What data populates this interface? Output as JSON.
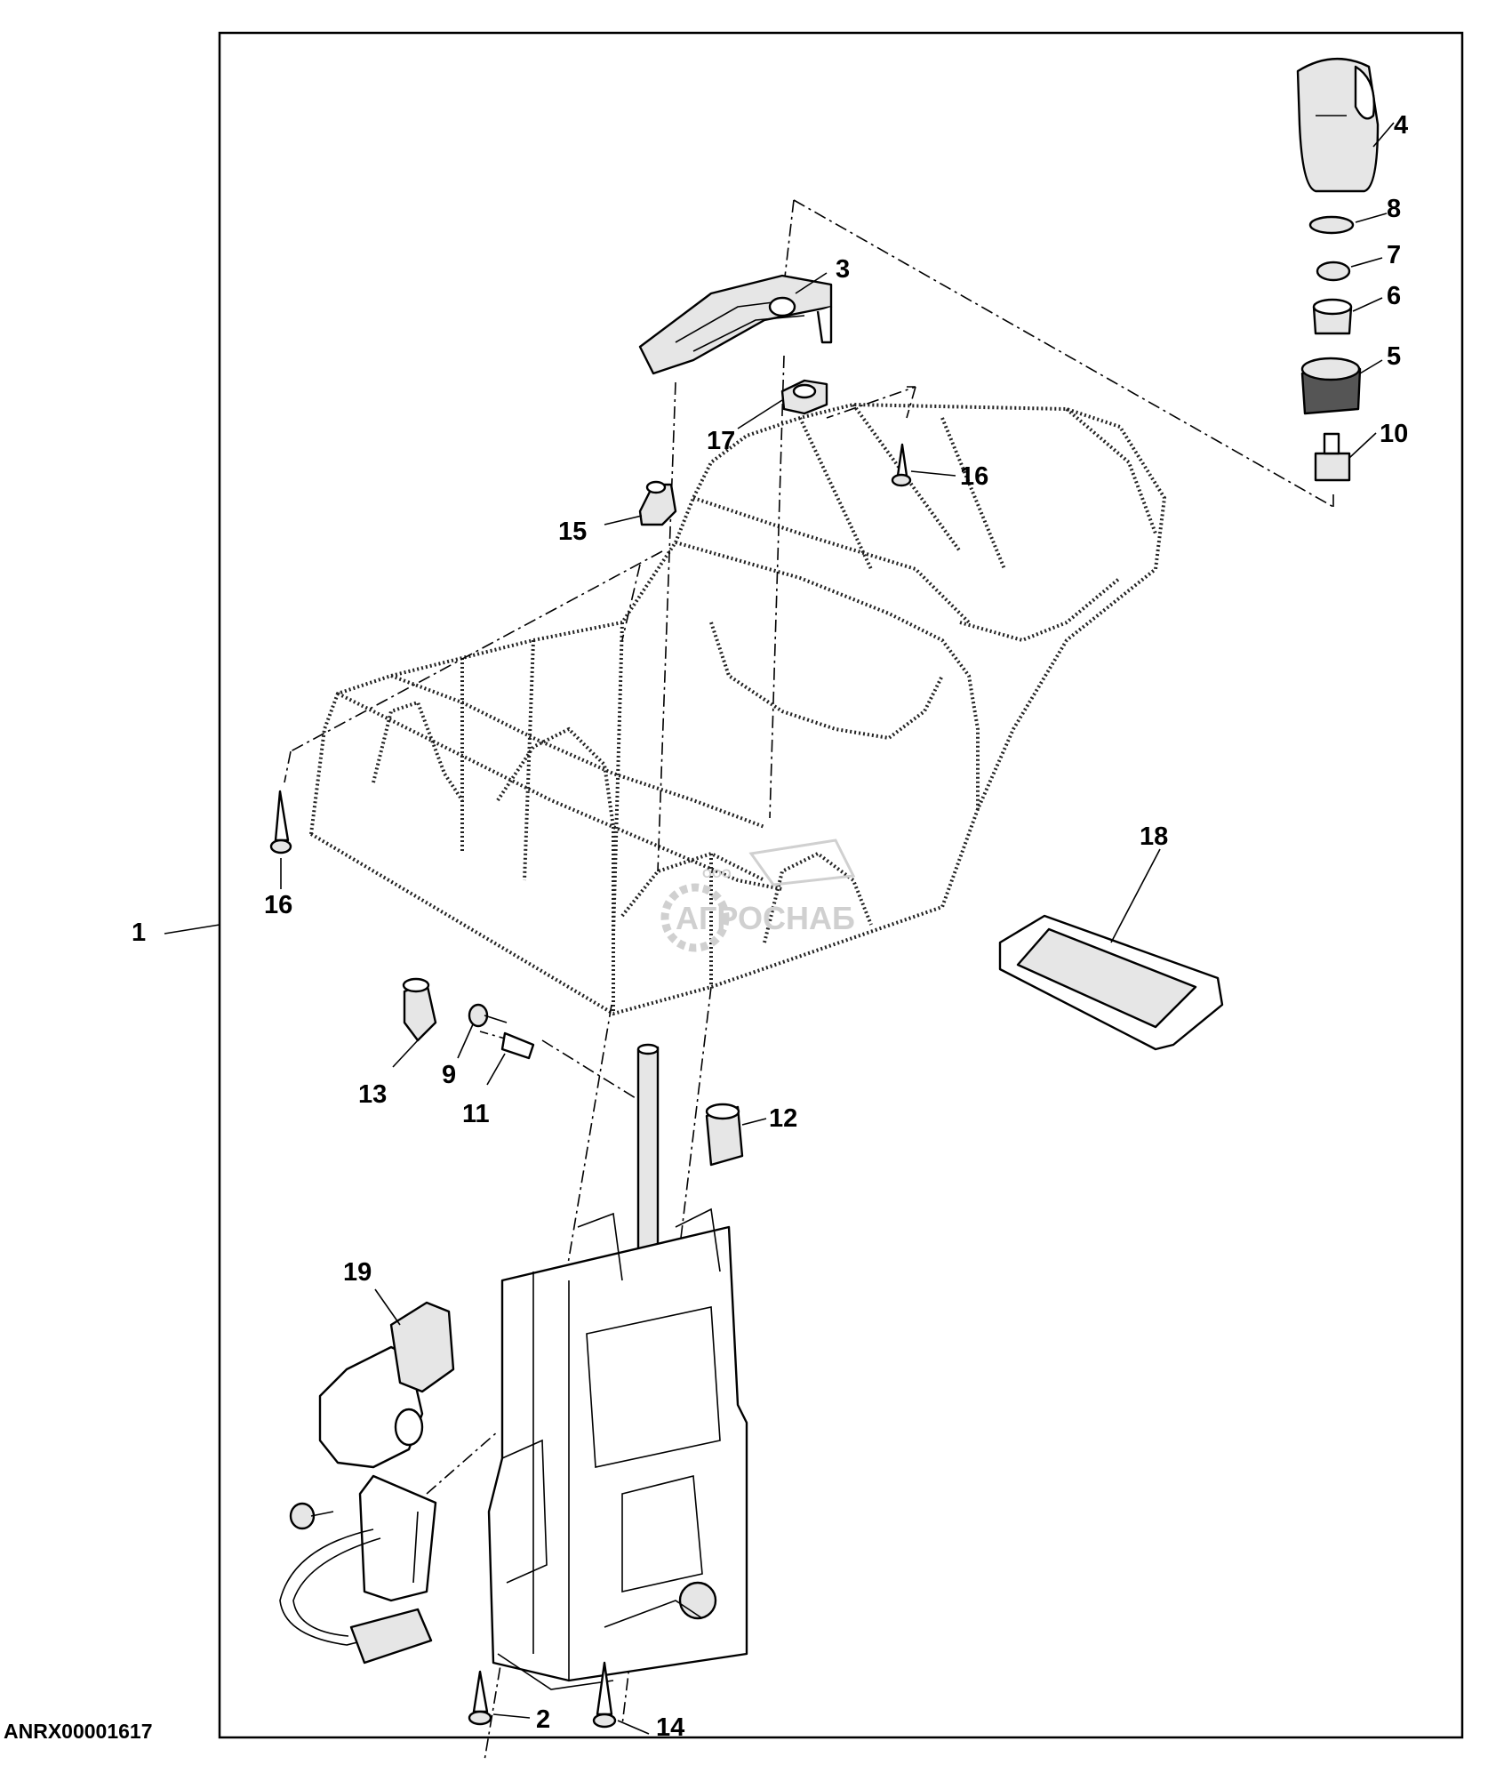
{
  "document_id": "ANRX00001617",
  "watermark": {
    "brand": "АГРОСНАБ",
    "prefix": "ООО"
  },
  "callouts": [
    "1",
    "2",
    "3",
    "4",
    "5",
    "6",
    "7",
    "8",
    "9",
    "10",
    "11",
    "12",
    "13",
    "14",
    "15",
    "16",
    "16",
    "17",
    "18",
    "19"
  ],
  "colors": {
    "line": "#000000",
    "background": "#ffffff",
    "watermark": "#d0d0d0"
  }
}
